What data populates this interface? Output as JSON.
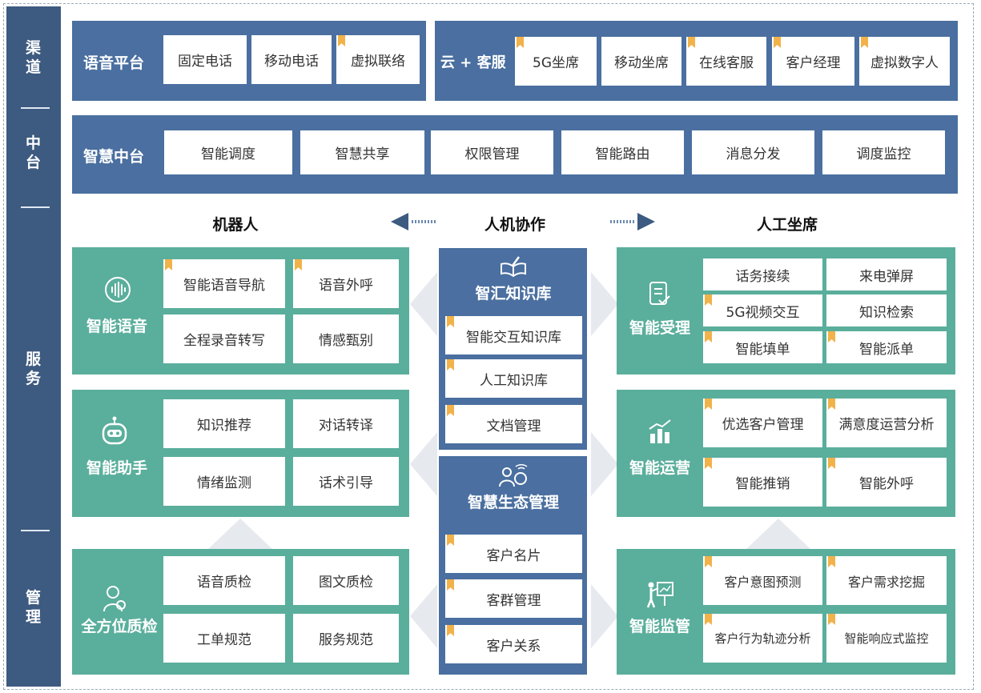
{
  "sidebar": {
    "channel": "渠\n道",
    "middle": "中\n台",
    "service": "服\n务",
    "manage": "管\n理"
  },
  "channel": {
    "voice_title": "语音平台",
    "voice_items": [
      "固定电话",
      "移动电话",
      "虚拟联络"
    ],
    "cloud_title": "云 + 客服",
    "cloud_items": [
      "5G坐席",
      "移动坐席",
      "在线客服",
      "客户经理",
      "虚拟数字人"
    ]
  },
  "middle": {
    "title": "智慧中台",
    "items": [
      "智能调度",
      "智慧共享",
      "权限管理",
      "智能路由",
      "消息分发",
      "调度监控"
    ]
  },
  "headers": {
    "robot": "机器人",
    "collab": "人机协作",
    "human": "人工坐席"
  },
  "robot": {
    "voice": {
      "title": "智能语音",
      "items": [
        "智能语音导航",
        "语音外呼",
        "全程录音转写",
        "情感甄别"
      ]
    },
    "assistant": {
      "title": "智能助手",
      "items": [
        "知识推荐",
        "对话转译",
        "情绪监测",
        "话术引导"
      ]
    },
    "quality": {
      "title": "全方位质检",
      "items": [
        "语音质检",
        "图文质检",
        "工单规范",
        "服务规范"
      ]
    }
  },
  "center": {
    "knowledge": {
      "title": "智汇知识库",
      "items": [
        "智能交互知识库",
        "人工知识库",
        "文档管理"
      ]
    },
    "ecology": {
      "title": "智慧生态管理",
      "items": [
        "客户名片",
        "客群管理",
        "客户关系"
      ]
    }
  },
  "human": {
    "accept": {
      "title": "智能受理",
      "items": [
        "话务接续",
        "来电弹屏",
        "5G视频交互",
        "知识检索",
        "智能填单",
        "智能派单"
      ]
    },
    "operate": {
      "title": "智能运营",
      "items": [
        "优选客户管理",
        "满意度运营分析",
        "智能推销",
        "智能外呼"
      ]
    },
    "supervise": {
      "title": "智能监管",
      "items": [
        "客户意图预测",
        "客户需求挖掘",
        "客户行为轨迹分析",
        "智能响应式监控"
      ]
    }
  },
  "colors": {
    "blue": "#4a6fa0",
    "dark_blue": "#3d5a80",
    "teal": "#5aae9c",
    "tag": "#f2b24a"
  },
  "icons": {
    "voice": "soundwave-icon",
    "assistant": "robot-icon",
    "quality": "inspector-icon",
    "knowledge": "book-pen-icon",
    "ecology": "people-network-icon",
    "accept": "document-check-icon",
    "operate": "bar-chart-icon",
    "supervise": "presenter-icon",
    "arrow_left": "arrow-left-icon",
    "arrow_right": "arrow-right-icon"
  }
}
